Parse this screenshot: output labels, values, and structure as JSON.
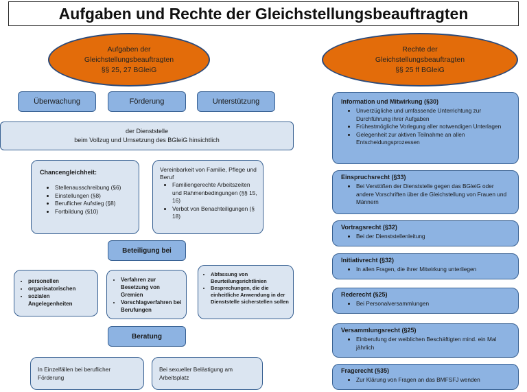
{
  "title": "Aufgaben und Rechte der Gleichstellungsbeauftragten",
  "left_ellipse": "Aufgaben der\nGleichstellungsbeauftragten\n§§ 25, 27 BGleiG",
  "right_ellipse": "Rechte der\nGleichstellungsbeauftragten\n§§ 25 ff BGleiG",
  "top_buttons": [
    "Überwachung",
    "Förderung",
    "Unterstützung"
  ],
  "dienststelle_line1": "der Dienststelle",
  "dienststelle_line2": "beim Vollzug und Umsetzung des BGleiG hinsichtlich",
  "chancen": {
    "heading": "Chancengleichheit:",
    "items": [
      "Stellenausschreibung (§6)",
      "Einstellungen (§8)",
      "Beruflicher Aufstieg (§8)",
      "Fortbildung (§10)"
    ]
  },
  "vereinbarkeit": {
    "heading": "Vereinbarkeit von Familie, Pflege und Beruf",
    "items": [
      "Familiengerechte Arbeitszeiten und Rahmenbedingungen (§§ 15, 16)",
      "Verbot von Benachteiligungen (§ 18)"
    ]
  },
  "beteiligung_label": "Beteiligung bei",
  "beteiligung_left": [
    "personellen",
    "organisatorischen",
    "sozialen Angelegenheiten"
  ],
  "beteiligung_mid": [
    "Verfahren zur Besetzung von Gremien",
    "Vorschlagverfahren bei Berufungen"
  ],
  "beteiligung_right": [
    "Abfassung von Beurteilungsrichtlinien",
    "Besprechungen, die die einheitliche Anwendung in der Dienststelle sicherstellen sollen"
  ],
  "beratung_label": "Beratung",
  "beratung_left": "In Einzelfällen bei beruflicher Förderung",
  "beratung_right": "Bei sexueller Belästigung am Arbeitsplatz",
  "rights": [
    {
      "heading": "Information und Mitwirkung (§30)",
      "items": [
        "Unverzügliche und umfassende Unterrichtung zur Durchführung ihrer Aufgaben",
        "Frühestmögliche Vorlegung aller notwendigen Unterlagen",
        "Gelegenheit zur aktiven Teilnahme an allen Entscheidungsprozessen"
      ]
    },
    {
      "heading": "Einspruchsrecht (§33)",
      "items": [
        "Bei Verstößen der Dienststelle gegen das BGleiG oder andere Vorschriften über die Gleichstellung von Frauen und Männern"
      ]
    },
    {
      "heading": "Vortragsrecht (§32)",
      "items": [
        "Bei der Dienststellenleitung"
      ]
    },
    {
      "heading": "Initiativrecht (§32)",
      "items": [
        "In allen Fragen, die ihrer Mitwirkung unterliegen"
      ]
    },
    {
      "heading": "Rederecht (§25)",
      "items": [
        "Bei Personalversammlungen"
      ]
    },
    {
      "heading": "Versammlungsrecht (§25)",
      "items": [
        "Einberufung der weiblichen Beschäftigten mind. ein Mal jährlich"
      ]
    },
    {
      "heading": "Fragerecht (§35)",
      "items": [
        "Zur Klärung von Fragen an das BMFSFJ wenden"
      ]
    }
  ]
}
